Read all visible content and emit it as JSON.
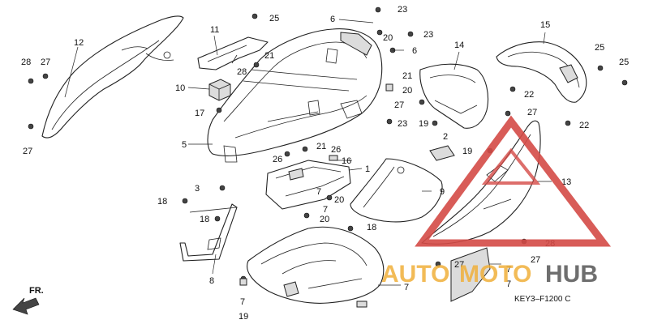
{
  "diagram": {
    "part_labels": {
      "p1": "1",
      "p2": "2",
      "p3": "3",
      "p5": "5",
      "p6": "6",
      "p6b": "6",
      "p7a": "7",
      "p7b": "7",
      "p7c": "7",
      "p7d": "7",
      "p7e": "7",
      "p8": "8",
      "p9": "9",
      "p10": "10",
      "p11": "11",
      "p12": "12",
      "p13": "13",
      "p14": "14",
      "p15": "15",
      "p16": "16",
      "p17": "17",
      "p18a": "18",
      "p18b": "18",
      "p18c": "18",
      "p19a": "19",
      "p19b": "19",
      "p19c": "19",
      "p20a": "20",
      "p20b": "20",
      "p20c": "20",
      "p21a": "21",
      "p21b": "21",
      "p21c": "21",
      "p22a": "22",
      "p22b": "22",
      "p23a": "23",
      "p23b": "23",
      "p23c": "23",
      "p25a": "25",
      "p25b": "25",
      "p25c": "25",
      "p26a": "26",
      "p26b": "26",
      "p27a": "27",
      "p27b": "27",
      "p27c": "27",
      "p27d": "27",
      "p27e": "27",
      "p27f": "27",
      "p28a": "28",
      "p28b": "28",
      "p28c": "28"
    },
    "direction_label": "FR.",
    "drawing_code": "KEY3–F1200 C"
  },
  "watermark": {
    "brand_part1": "AUTO",
    "brand_part2": "MOTO",
    "brand_part3": "HUB",
    "colors": {
      "triangle": "#d44a46",
      "accent": "#f0b03a",
      "dark": "#555555"
    }
  }
}
